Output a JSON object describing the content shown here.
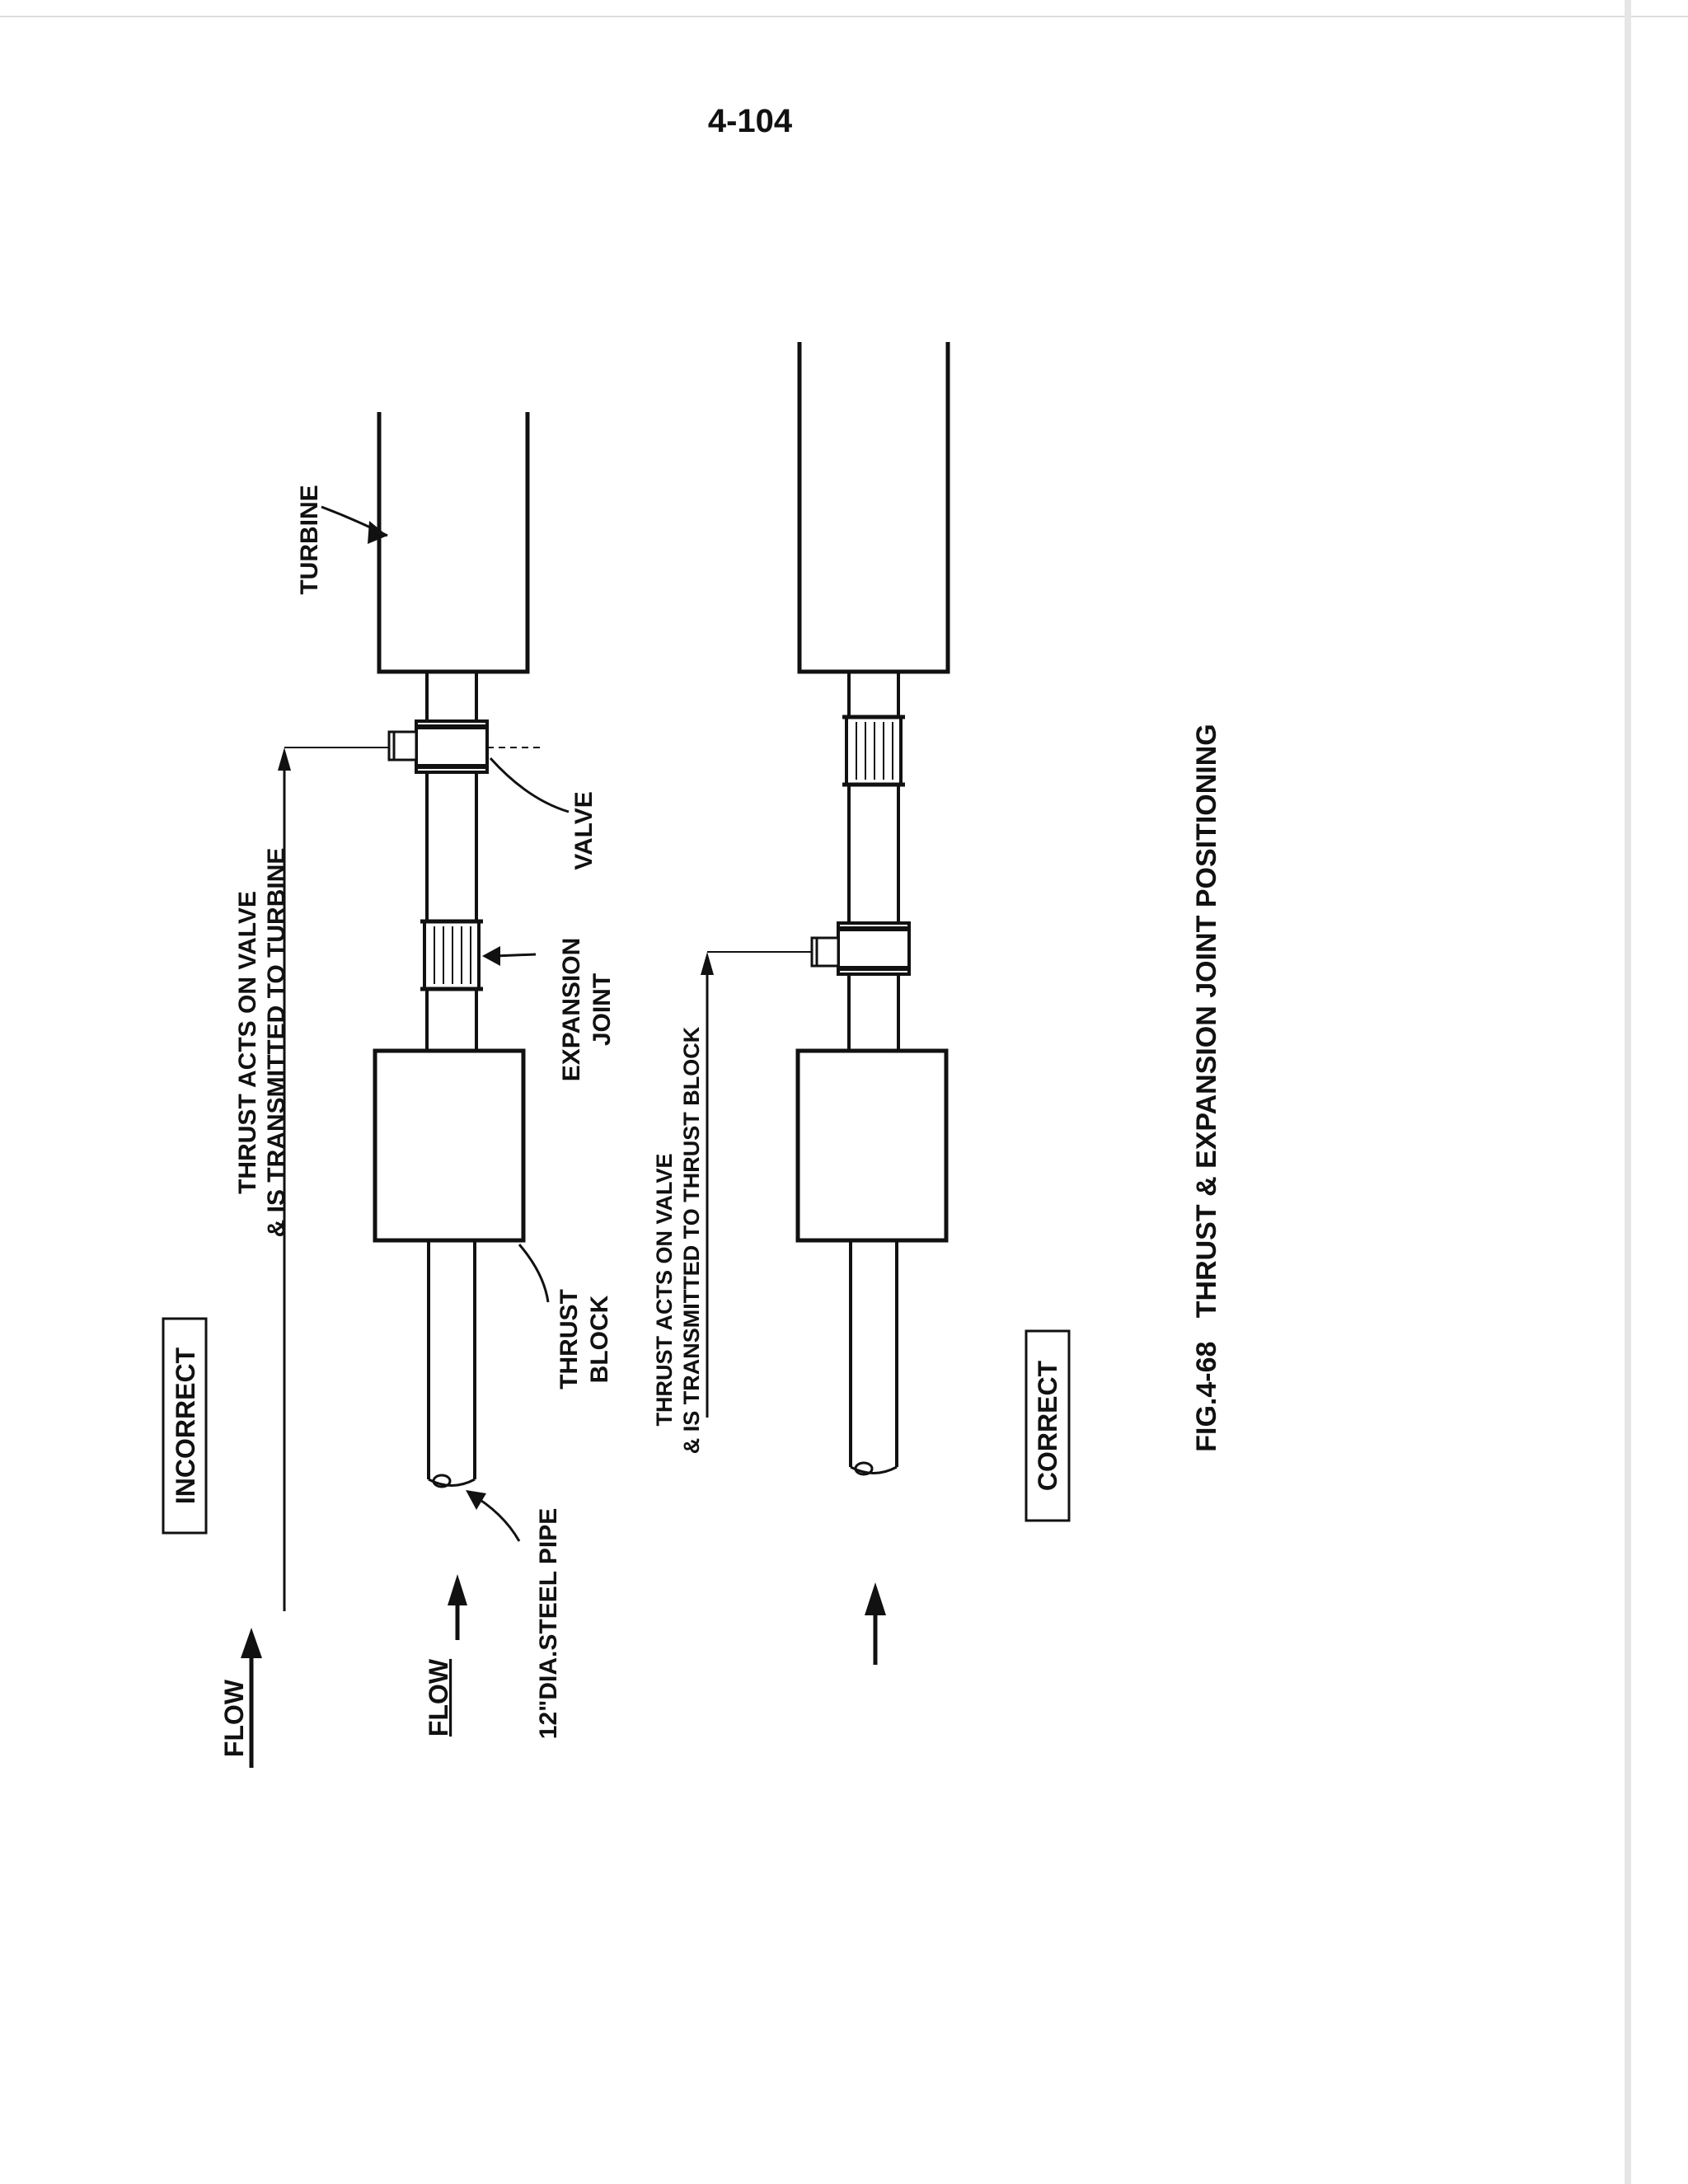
{
  "page_number": "4-104",
  "figure_caption": "FIG.4-68   THRUST & EXPANSION JOINT POSITIONING",
  "incorrect": {
    "box_label": "INCORRECT",
    "thrust_note_line1": "THRUST ACTS ON VALVE",
    "thrust_note_line2": "& IS TRANSMITTED TO TURBINE",
    "turbine_label": "TURBINE",
    "valve_label": "VALVE",
    "expansion_label_line1": "EXPANSION",
    "expansion_label_line2": "JOINT",
    "thrust_block_label_line1": "THRUST",
    "thrust_block_label_line2": "BLOCK",
    "pipe_label": "12\"DIA.STEEL PIPE",
    "flow_label_outer": "FLOW",
    "flow_label_inner": "FLOW"
  },
  "correct": {
    "box_label": "CORRECT",
    "thrust_note_line1": "THRUST ACTS ON VALVE",
    "thrust_note_line2": "& IS TRANSMITTED TO THRUST BLOCK"
  }
}
